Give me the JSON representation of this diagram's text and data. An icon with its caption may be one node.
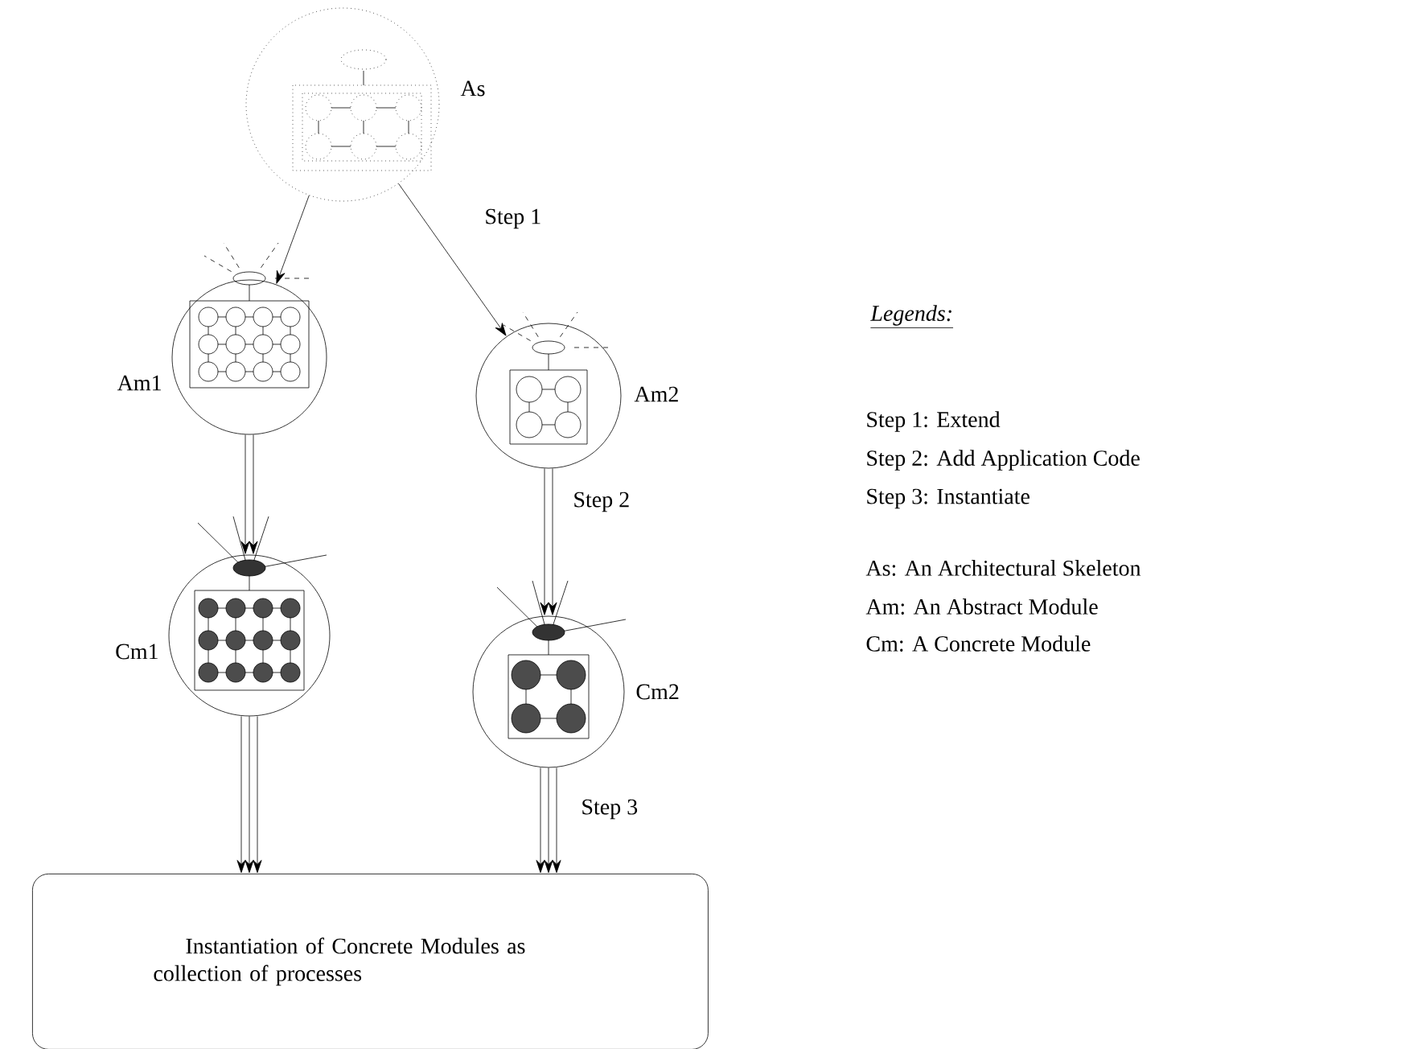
{
  "diagram": {
    "nodes": [
      {
        "text": [],
        "shape": "circle",
        "beside": [
          "As"
        ]
      },
      {
        "text": [],
        "shape": "circle",
        "beside": [
          "Am1"
        ]
      },
      {
        "text": [],
        "shape": "circle",
        "beside": [
          "Am2"
        ]
      },
      {
        "text": [],
        "shape": "circle",
        "beside": [
          "Cm1"
        ]
      },
      {
        "text": [],
        "shape": "circle",
        "beside": [
          "Cm2"
        ]
      },
      {
        "text": [
          "Instantiation of Concrete Modules as collection of processes"
        ]
      }
    ],
    "edges": [
      {
        "from": 0,
        "to": 1,
        "arrow": "to"
      },
      {
        "from": 0,
        "to": 2,
        "arrow": "to",
        "label": "Step 1"
      },
      {
        "from": 1,
        "to": 3,
        "arrow": "to"
      },
      {
        "from": 2,
        "to": 4,
        "arrow": "to",
        "label": "Step 2"
      },
      {
        "from": 3,
        "to": 5,
        "arrow": "to"
      },
      {
        "from": 4,
        "to": 5,
        "arrow": "to",
        "label": "Step 3"
      }
    ],
    "labels": [
      "Legends:",
      "Step 1: Extend",
      "Step 2: Add Application Code",
      "Step 3: Instantiate",
      "As: An Architectural Skeleton",
      "Am: An Abstract Module",
      "Cm: A Concrete Module"
    ]
  }
}
